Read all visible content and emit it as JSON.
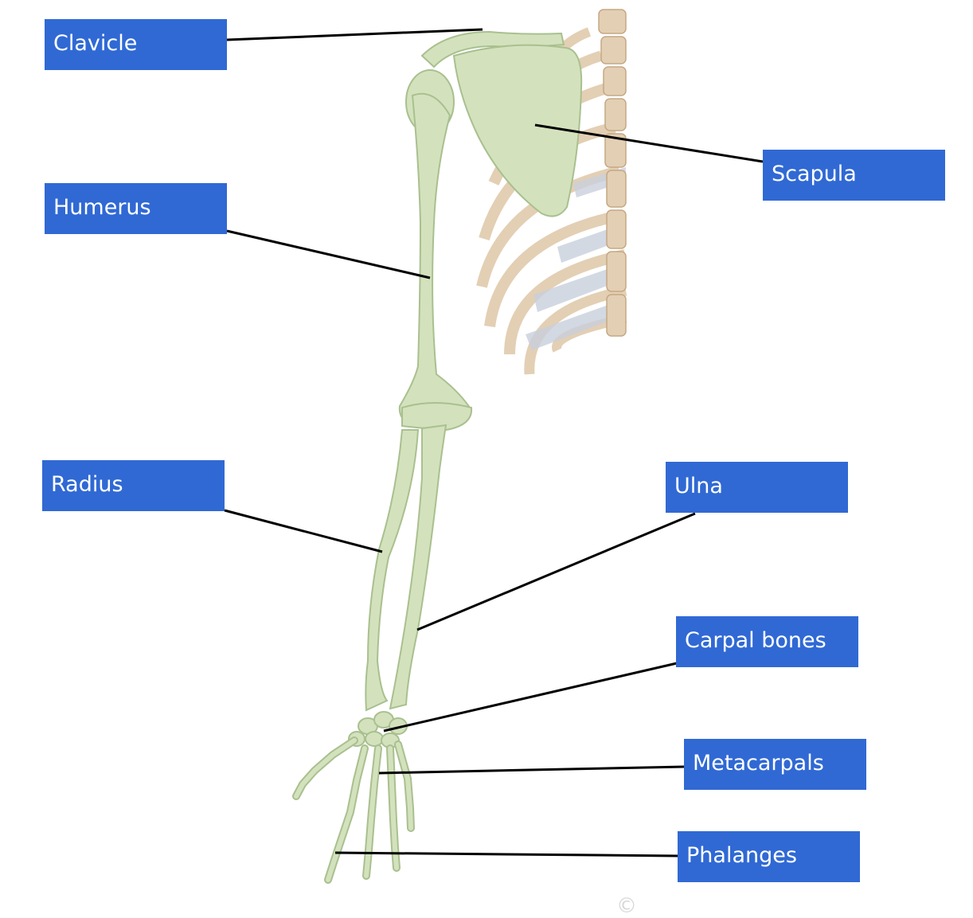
{
  "labels": {
    "clavicle": "Clavicle",
    "scapula": "Scapula",
    "humerus": "Humerus",
    "radius": "Radius",
    "ulna": "Ulna",
    "carpal_bones": "Carpal bones",
    "metacarpals": "Metacarpals",
    "phalanges": "Phalanges"
  },
  "copyright_symbol": "©",
  "colors": {
    "label_fill": "#3069d4",
    "label_text": "#ffffff",
    "bone_fill": "#d3e2bd",
    "bone_edge": "#a9c08f",
    "rib_fill": "#e3cfb4",
    "rib_edge": "#c5a884",
    "cartilage": "#c9d0dc",
    "leader_line": "#000000"
  }
}
